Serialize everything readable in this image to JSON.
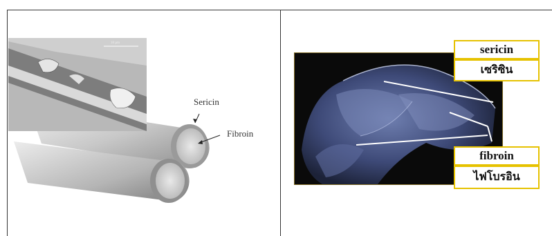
{
  "left_figure": {
    "scale_label": "10 µm",
    "label_sericin": "Sericin",
    "label_fibroin": "Fibroin"
  },
  "right_figure": {
    "tag_sericin_en": "sericin",
    "tag_sericin_th": "เซริซิน",
    "tag_fibroin_en": "fibroin",
    "tag_fibroin_th": "ไฟโบรอิน"
  }
}
